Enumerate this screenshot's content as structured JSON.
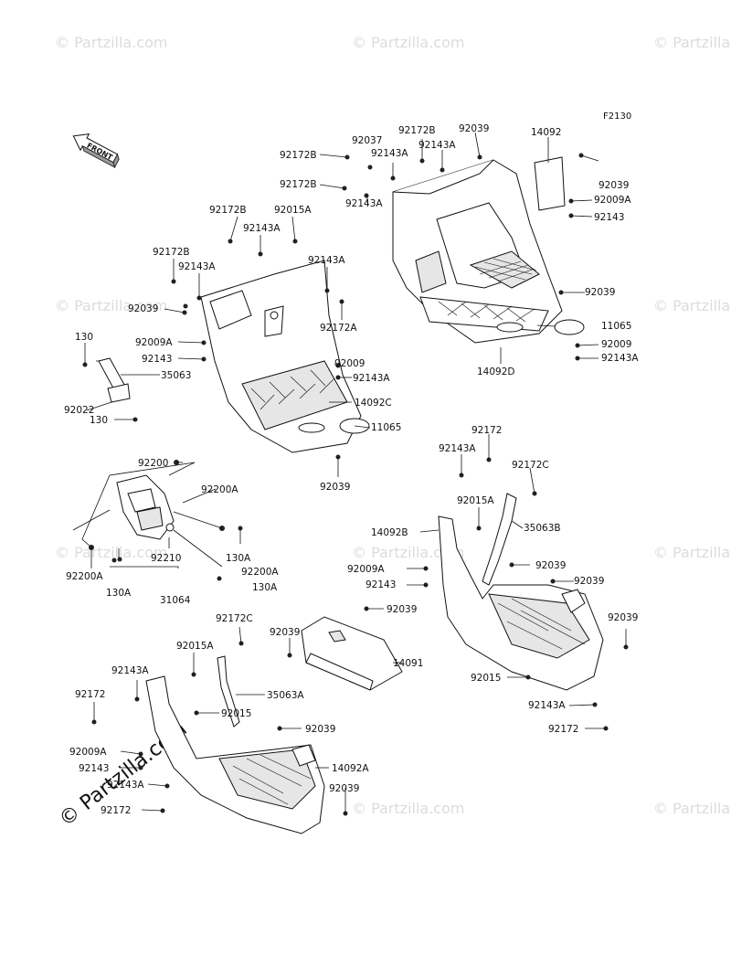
{
  "figure_code": "F2130",
  "front_label": "FRONT",
  "watermark": "© Partzilla.com",
  "callouts": [
    {
      "id": "c1",
      "text": "92172B"
    },
    {
      "id": "c2",
      "text": "92039"
    },
    {
      "id": "c3",
      "text": "92037"
    },
    {
      "id": "c4",
      "text": "92143A"
    },
    {
      "id": "c5",
      "text": "14092"
    },
    {
      "id": "c6",
      "text": "92172B"
    },
    {
      "id": "c7",
      "text": "92143A"
    },
    {
      "id": "c8",
      "text": "92039"
    },
    {
      "id": "c9",
      "text": "92172B"
    },
    {
      "id": "c10",
      "text": "92009A"
    },
    {
      "id": "c11",
      "text": "92143"
    },
    {
      "id": "c12",
      "text": "92143A"
    },
    {
      "id": "c13",
      "text": "92172B"
    },
    {
      "id": "c14",
      "text": "92015A"
    },
    {
      "id": "c15",
      "text": "92143A"
    },
    {
      "id": "c16",
      "text": "92172B"
    },
    {
      "id": "c17",
      "text": "92143A"
    },
    {
      "id": "c18",
      "text": "92143A"
    },
    {
      "id": "c19",
      "text": "92039"
    },
    {
      "id": "c20",
      "text": "92039"
    },
    {
      "id": "c21",
      "text": "92172A"
    },
    {
      "id": "c22",
      "text": "11065"
    },
    {
      "id": "c23",
      "text": "130"
    },
    {
      "id": "c24",
      "text": "92009A"
    },
    {
      "id": "c25",
      "text": "92009"
    },
    {
      "id": "c26",
      "text": "92143"
    },
    {
      "id": "c27",
      "text": "92143A"
    },
    {
      "id": "c28",
      "text": "35063"
    },
    {
      "id": "c29",
      "text": "14092D"
    },
    {
      "id": "c30",
      "text": "92009"
    },
    {
      "id": "c31",
      "text": "92143A"
    },
    {
      "id": "c32",
      "text": "92022"
    },
    {
      "id": "c33",
      "text": "14092C"
    },
    {
      "id": "c34",
      "text": "130"
    },
    {
      "id": "c35",
      "text": "11065"
    },
    {
      "id": "c36",
      "text": "92172"
    },
    {
      "id": "c37",
      "text": "92143A"
    },
    {
      "id": "c38",
      "text": "92200"
    },
    {
      "id": "c39",
      "text": "92039"
    },
    {
      "id": "c40",
      "text": "92172C"
    },
    {
      "id": "c41",
      "text": "92200A"
    },
    {
      "id": "c42",
      "text": "92015A"
    },
    {
      "id": "c43",
      "text": "14092B"
    },
    {
      "id": "c44",
      "text": "35063B"
    },
    {
      "id": "c45",
      "text": "130A"
    },
    {
      "id": "c46",
      "text": "92210"
    },
    {
      "id": "c47",
      "text": "92039"
    },
    {
      "id": "c48",
      "text": "92200A"
    },
    {
      "id": "c49",
      "text": "92009A"
    },
    {
      "id": "c50",
      "text": "92200A"
    },
    {
      "id": "c51",
      "text": "92039"
    },
    {
      "id": "c52",
      "text": "130A"
    },
    {
      "id": "c53",
      "text": "92143"
    },
    {
      "id": "c54",
      "text": "130A"
    },
    {
      "id": "c55",
      "text": "31064"
    },
    {
      "id": "c56",
      "text": "92039"
    },
    {
      "id": "c57",
      "text": "92172C"
    },
    {
      "id": "c58",
      "text": "92039"
    },
    {
      "id": "c59",
      "text": "92039"
    },
    {
      "id": "c60",
      "text": "14091"
    },
    {
      "id": "c61",
      "text": "92015A"
    },
    {
      "id": "c62",
      "text": "92015"
    },
    {
      "id": "c63",
      "text": "92143A"
    },
    {
      "id": "c64",
      "text": "35063A"
    },
    {
      "id": "c65",
      "text": "92143A"
    },
    {
      "id": "c66",
      "text": "92172"
    },
    {
      "id": "c67",
      "text": "92015"
    },
    {
      "id": "c68",
      "text": "92172"
    },
    {
      "id": "c69",
      "text": "92039"
    },
    {
      "id": "c70",
      "text": "92009A"
    },
    {
      "id": "c71",
      "text": "14092A"
    },
    {
      "id": "c72",
      "text": "92143"
    },
    {
      "id": "c73",
      "text": "92143A"
    },
    {
      "id": "c74",
      "text": "92039"
    },
    {
      "id": "c75",
      "text": "92172"
    }
  ]
}
